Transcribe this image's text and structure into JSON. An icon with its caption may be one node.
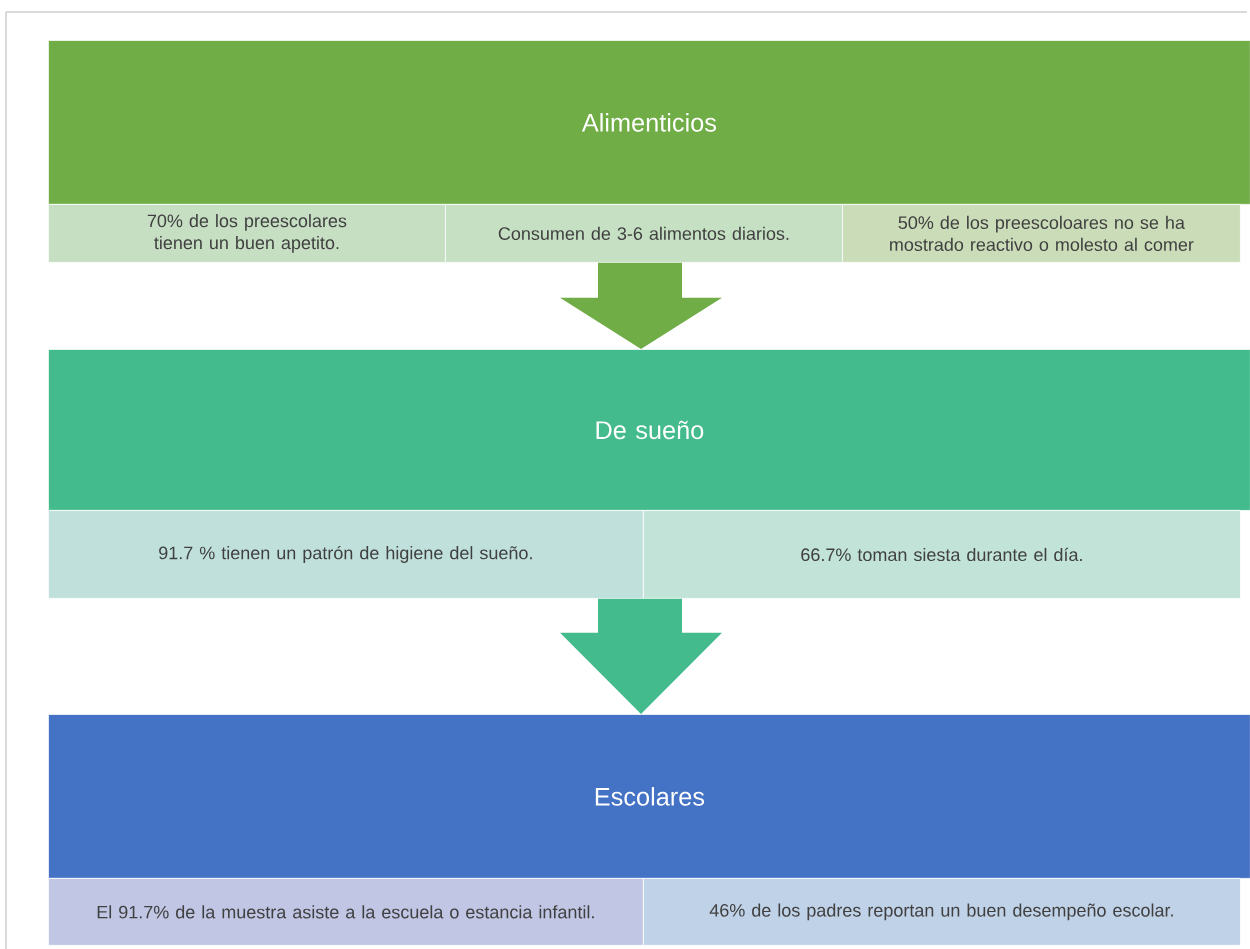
{
  "diagram": {
    "nodes": [
      {
        "text": [
          "Alimenticios"
        ]
      },
      {
        "text": [
          "70% de los preescolares tienen un buen apetito."
        ]
      },
      {
        "text": [
          "Consumen de 3-6 alimentos diarios."
        ]
      },
      {
        "text": [
          "50% de los preescoloares no se ha mostrado reactivo o molesto al comer"
        ]
      },
      {
        "text": [
          "De sueño"
        ]
      },
      {
        "text": [
          "91.7 % tienen un patrón de higiene del sueño."
        ]
      },
      {
        "text": [
          "66.7%  toman siesta durante el día."
        ]
      },
      {
        "text": [
          "Escolares"
        ]
      },
      {
        "text": [
          "El 91.7% de la muestra asiste a la escuela o estancia infantil."
        ]
      },
      {
        "text": [
          "46% de los padres reportan un buen desempeño escolar."
        ]
      }
    ],
    "edges": [
      {
        "from": 0,
        "to": 4,
        "arrow": "to",
        "color": "#70ad47"
      },
      {
        "from": 4,
        "to": 7,
        "arrow": "to",
        "color": "#43bb8c"
      }
    ]
  }
}
